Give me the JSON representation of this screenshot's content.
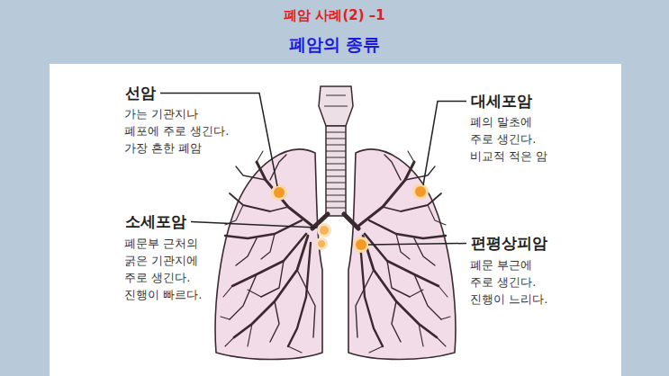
{
  "diagram": {
    "title": "폐암의 종류",
    "labels": [
      "폐암 사례(2) –1",
      "선암",
      "가는 기관지나 폐포에 주로 생긴다. 가장 흔한 폐암",
      "대세포암",
      "폐의 말초에 주로 생긴다. 비교적 적은 암",
      "소세포암",
      "폐문부 근처의 굵은 기관지에 주로 생긴다. 진행이 빠르다.",
      "편평상피암",
      "폐문 부근에 주로 생긴다. 진행이 느리다."
    ]
  }
}
